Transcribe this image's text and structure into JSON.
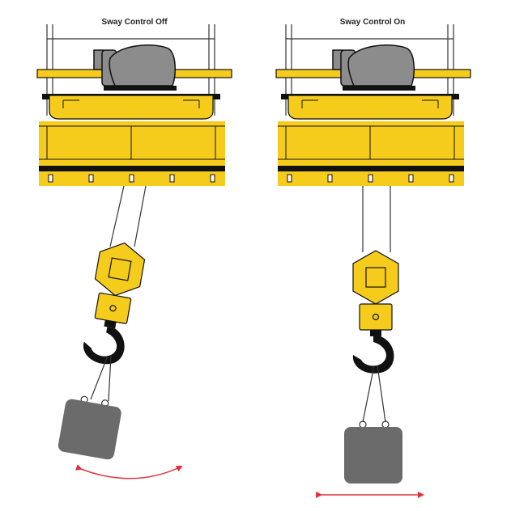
{
  "panels": [
    {
      "title": "Sway Control Off",
      "state": "swinging"
    },
    {
      "title": "Sway Control On",
      "state": "still"
    }
  ],
  "colors": {
    "yellow": "#F6CC1C",
    "black": "#111111",
    "motor_gray": "#8C8C8C",
    "load_gray": "#6B6B6B",
    "arrow_red": "#E0303A",
    "wheel_gray": "#CFCFCF"
  }
}
